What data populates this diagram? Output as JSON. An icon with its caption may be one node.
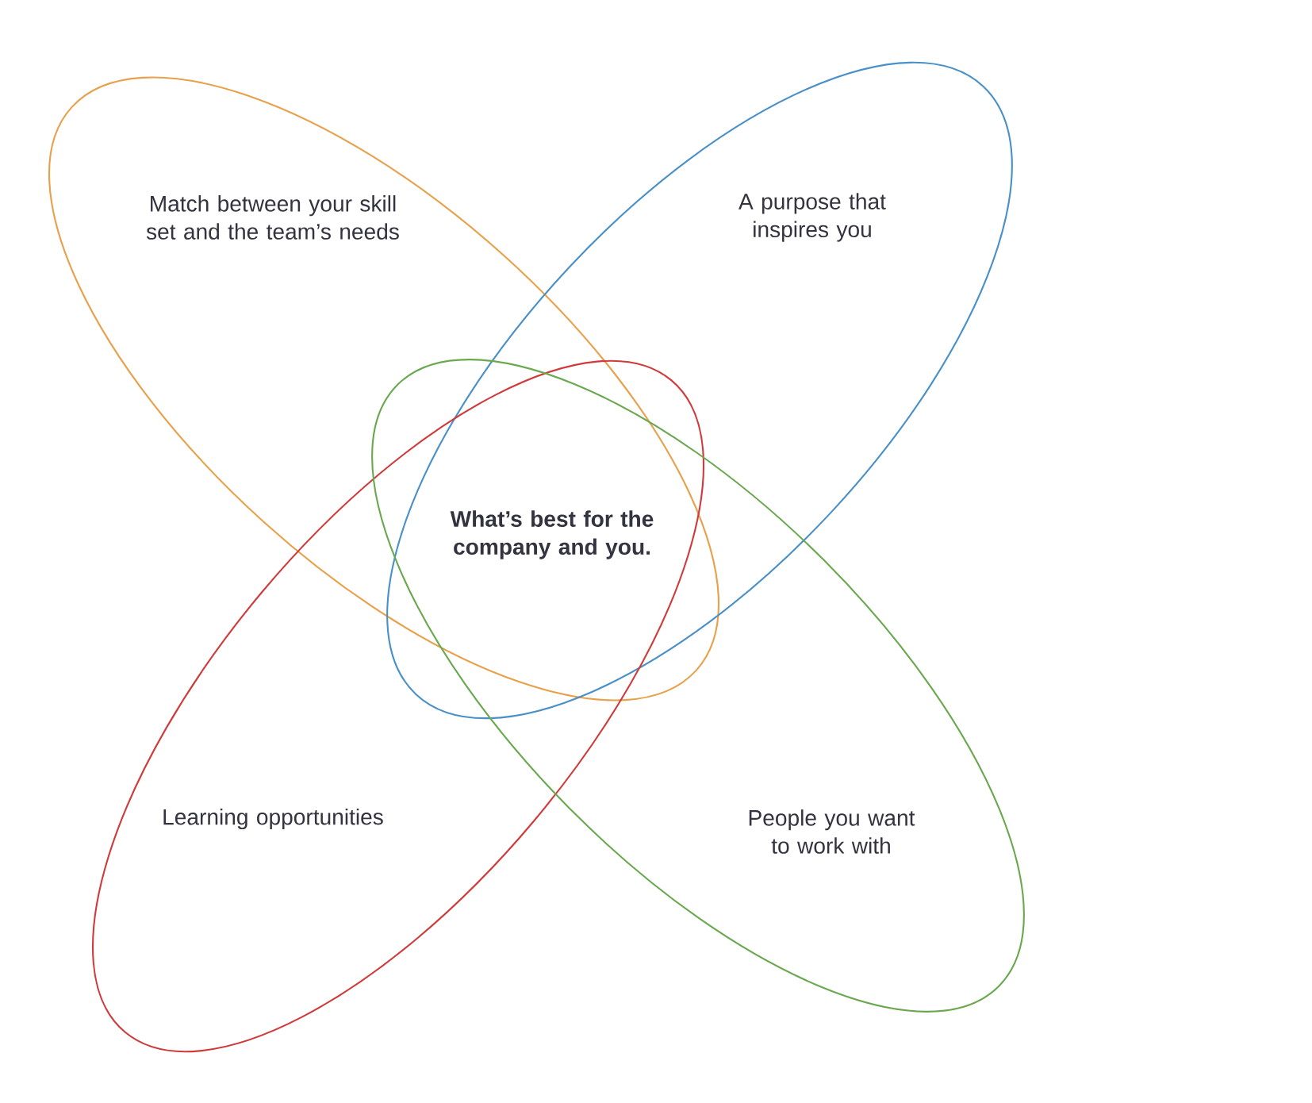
{
  "diagram": {
    "nodes": [
      {
        "text": [
          "Match between your skill set and the team’s needs"
        ]
      },
      {
        "text": [
          "A purpose that inspires you"
        ]
      },
      {
        "text": [
          "Learning opportunities"
        ]
      },
      {
        "text": [
          "People you want to work with"
        ]
      }
    ],
    "labels": [
      "What’s best for the company and you."
    ]
  }
}
